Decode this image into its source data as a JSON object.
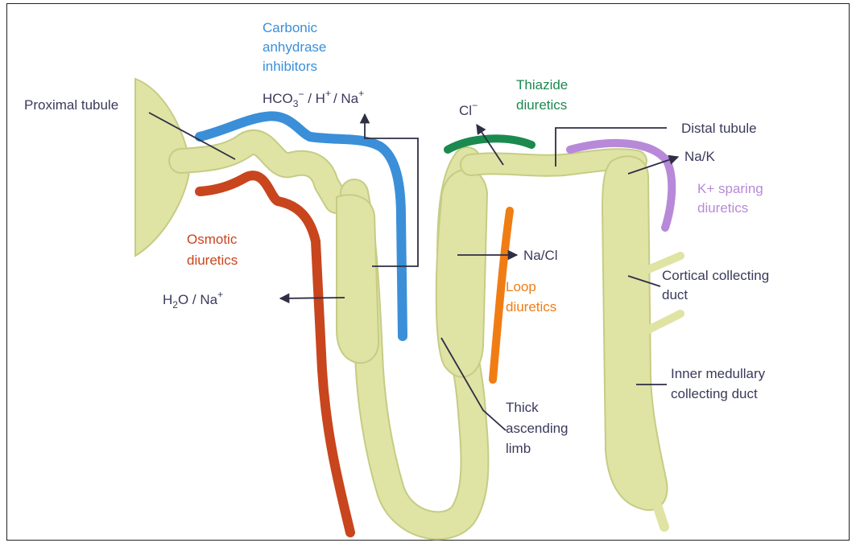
{
  "labels": {
    "proximal_tubule": "Proximal tubule",
    "carbonic_line1": "Carbonic",
    "carbonic_line2": "anhydrase",
    "carbonic_line3": "inhibitors",
    "hco3_base": "HCO",
    "hco3_sub": "3",
    "hco3_sup": "−",
    "hco3_mid": " / H",
    "hco3_plus1": "+",
    "hco3_end": "/ Na",
    "hco3_plus2": "+",
    "thiazide_line1": "Thiazide",
    "thiazide_line2": "diuretics",
    "cl": "Cl",
    "cl_sup": "−",
    "distal_tubule": "Distal tubule",
    "nak": "Na/K",
    "ksparing_line1": "K+ sparing",
    "ksparing_line2": "diuretics",
    "osmotic_line1": "Osmotic",
    "osmotic_line2": "diuretics",
    "h2o_base": "H",
    "h2o_sub": "2",
    "h2o_end": "O / Na",
    "h2o_plus": "+",
    "nacl": "Na/Cl",
    "loop_line1": "Loop",
    "loop_line2": "diuretics",
    "cortical_line1": "Cortical collecting",
    "cortical_line2": "duct",
    "inner_line1": "Inner medullary",
    "inner_line2": "collecting duct",
    "thick_line1": "Thick",
    "thick_line2": "ascending",
    "thick_line3": "limb"
  },
  "colors": {
    "tubule_fill": "#dfe3a4",
    "tubule_stroke": "#c6cc84",
    "carbonic": "#3a8fd8",
    "thiazide": "#1b8a4e",
    "osmotic": "#c8451e",
    "loop": "#f07d14",
    "ksparing": "#b889d8",
    "leader": "#2e2e44"
  }
}
